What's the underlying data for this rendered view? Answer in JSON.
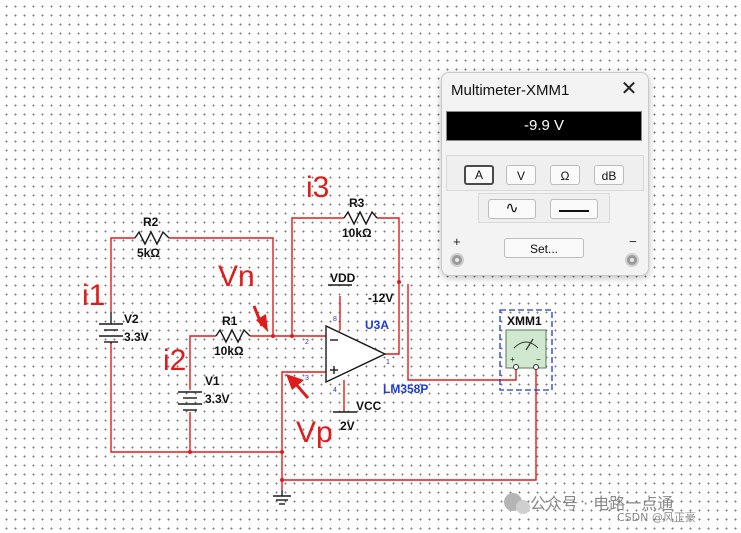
{
  "schematic": {
    "r2": {
      "name": "R2",
      "value": "5kΩ"
    },
    "r1": {
      "name": "R1",
      "value": "10kΩ"
    },
    "r3": {
      "name": "R3",
      "value": "10kΩ"
    },
    "v2": {
      "name": "V2",
      "value": "3.3V"
    },
    "v1": {
      "name": "V1",
      "value": "3.3V"
    },
    "opamp": {
      "ref": "U3A",
      "part": "LM358P",
      "pin_inv": "2",
      "pin_noninv": "3",
      "pin_out": "1",
      "pin_vdd": "8",
      "pin_vcc": "4"
    },
    "vdd": {
      "name": "VDD",
      "value": "-12V"
    },
    "vcc": {
      "name": "VCC",
      "value": "2V"
    },
    "xmm": {
      "name": "XMM1"
    }
  },
  "annotations": {
    "i1": "i1",
    "i2": "i2",
    "i3": "i3",
    "vn": "Vn",
    "vp": "Vp"
  },
  "multimeter": {
    "title": "Multimeter-XMM1",
    "close_glyph": "✕",
    "reading": "-9.9 V",
    "buttons": {
      "amps": "A",
      "volts": "V",
      "ohms": "Ω",
      "db": "dB"
    },
    "ac_glyph": "∿",
    "set_label": "Set...",
    "plus": "+",
    "minus": "−"
  },
  "watermark": {
    "channel": "公众号 · 电路一点通",
    "credit": "CSDN @风正豪"
  }
}
